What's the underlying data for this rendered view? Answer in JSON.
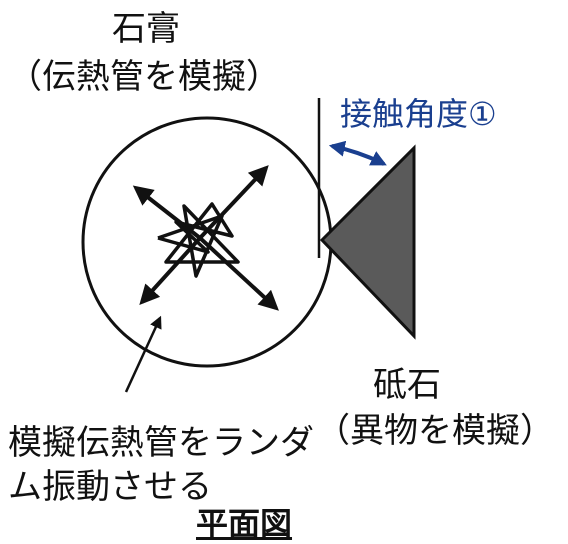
{
  "labels": {
    "stone_title": "石膏",
    "stone_subtitle": "（伝熱管を模擬）",
    "contact_angle": "接触角度①",
    "grindstone_title": "砥石",
    "grindstone_subtitle": "（異物を模擬）",
    "random_vibration_line1": "模擬伝熱管をランダ",
    "random_vibration_line2": "ム振動させる",
    "view_title": "平面図"
  },
  "colors": {
    "grindstone_fill": "#5a5a5a",
    "angle_arrow": "#1a3f8f",
    "line": "#111111"
  }
}
